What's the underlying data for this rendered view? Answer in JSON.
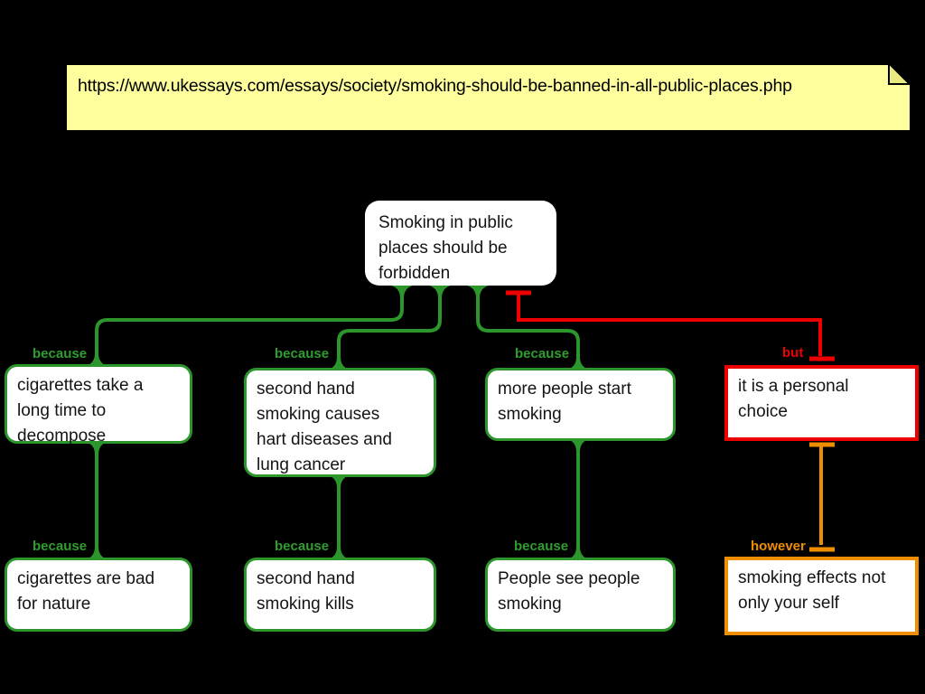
{
  "note": {
    "url": "https://www.ukessays.com/essays/society/smoking-should-be-banned-in-all-public-places.php",
    "fill_color": "#ffff9e"
  },
  "nodes": {
    "root": {
      "text": "Smoking in public\nplaces should be\nforbidden"
    },
    "reason1": {
      "text": "cigarettes take a\nlong time to\ndecompose"
    },
    "reason2": {
      "text": "second hand\nsmoking causes\nhart diseases and\nlung cancer"
    },
    "reason3": {
      "text": "more people start\nsmoking"
    },
    "objection": {
      "text": "it is a personal\nchoice"
    },
    "reason1_sub": {
      "text": "cigarettes are bad\nfor nature"
    },
    "reason2_sub": {
      "text": "second hand\nsmoking kills"
    },
    "reason3_sub": {
      "text": "People see people\nsmoking"
    },
    "rebuttal": {
      "text": "smoking effects not\nonly your self"
    }
  },
  "edge_labels": {
    "because1": "because",
    "because2": "because",
    "because3": "because",
    "but": "but",
    "because4": "because",
    "because5": "because",
    "because6": "because",
    "however": "however"
  },
  "colors": {
    "background": "#000000",
    "support_green": "#2c962c",
    "objection_red": "#ee0000",
    "rebuttal_orange": "#ef8e00",
    "node_fill": "#ffffff"
  }
}
